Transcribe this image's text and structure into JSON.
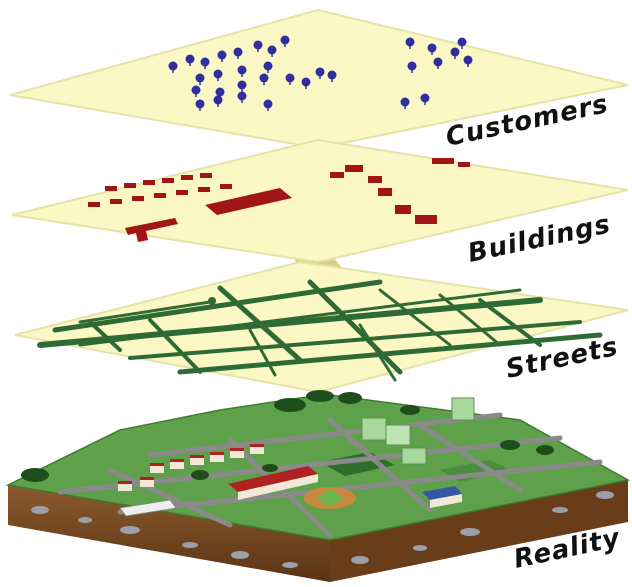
{
  "layers": {
    "customers": {
      "label": "Customers"
    },
    "buildings": {
      "label": "Buildings"
    },
    "streets": {
      "label": "Streets"
    },
    "reality": {
      "label": "Reality"
    }
  },
  "colors": {
    "plane_fill": "#fbf8c6",
    "plane_edge": "#e6e2a8",
    "connector": "#d7d08a",
    "customer_pin": "#2e2e9e",
    "building": "#a01616",
    "street": "#2e6b34",
    "grass": "#5ea14a",
    "soil": "#7a4a22"
  }
}
